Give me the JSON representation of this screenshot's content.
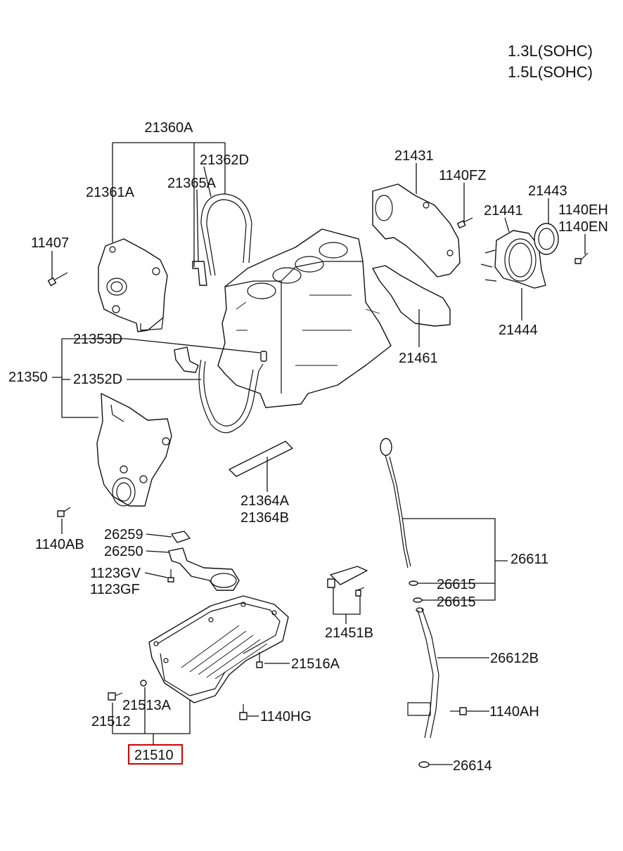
{
  "header": {
    "line1": "1.3L(SOHC)",
    "line2": "1.5L(SOHC)"
  },
  "highlight_color": "#d40000",
  "callouts": {
    "c21360A": "21360A",
    "c21362D": "21362D",
    "c21365A": "21365A",
    "c21361A": "21361A",
    "c11407": "11407",
    "c21431": "21431",
    "c1140FZ": "1140FZ",
    "c21443": "21443",
    "c21441": "21441",
    "c1140EH": "1140EH",
    "c1140EN": "1140EN",
    "c21444": "21444",
    "c21461": "21461",
    "c21353D": "21353D",
    "c21350": "21350",
    "c21352D": "21352D",
    "c21364A": "21364A",
    "c21364B": "21364B",
    "c1140AB": "1140AB",
    "c26259": "26259",
    "c26250": "26250",
    "c1123GV": "1123GV",
    "c1123GF": "1123GF",
    "c26611": "26611",
    "c26615a": "26615",
    "c26615b": "26615",
    "c21451B": "21451B",
    "c26612B": "26612B",
    "c21516A": "21516A",
    "c21513A": "21513A",
    "c21512": "21512",
    "c1140HG": "1140HG",
    "c1140AH": "1140AH",
    "c21510": "21510",
    "c26614": "26614"
  }
}
